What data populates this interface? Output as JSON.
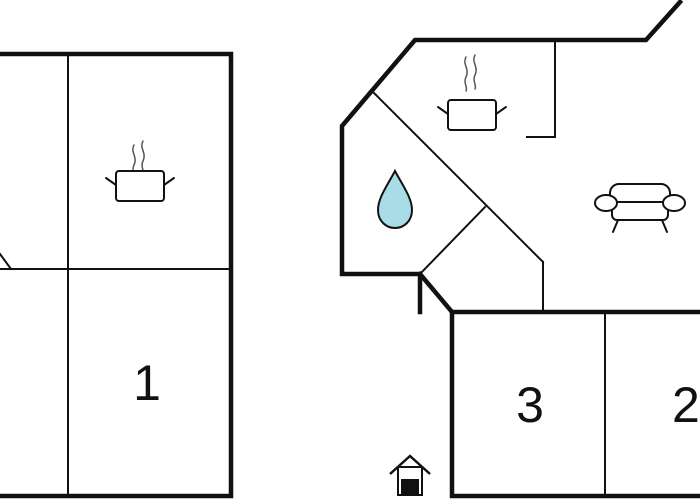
{
  "rooms": [
    {
      "id": "room-1",
      "label": "1"
    },
    {
      "id": "room-2",
      "label": "2"
    },
    {
      "id": "room-3",
      "label": "3"
    }
  ],
  "icons": [
    {
      "name": "cooking-pot-icon",
      "meaning": "kitchen"
    },
    {
      "name": "water-drop-icon",
      "meaning": "bathroom"
    },
    {
      "name": "sofa-icon",
      "meaning": "living room"
    },
    {
      "name": "house-entrance-icon",
      "meaning": "entrance"
    }
  ],
  "colors": {
    "walls": "#111111",
    "water_drop_fill": "#a8dde8",
    "background": "#ffffff"
  }
}
